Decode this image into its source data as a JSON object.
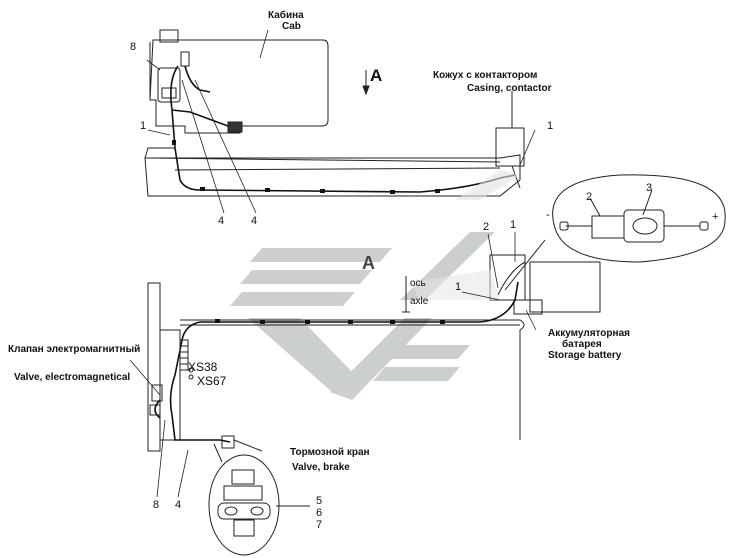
{
  "labels": {
    "cab_ru": "Кабина",
    "cab_en": "Cab",
    "view_arrow": "A",
    "view_a": "A",
    "casing_ru": "Кожух с контактором",
    "casing_en": "Casing, contactor",
    "axis_ru": "ось",
    "axis_en": "axle",
    "battery_ru_1": "Аккумуляторная",
    "battery_ru_2": "батарея",
    "battery_en": "Storage battery",
    "valve_em_ru": "Клапан электромагнитный",
    "valve_em_en": "Valve, electromagnetical",
    "brake_ru": "Тормозной кран",
    "brake_en": "Valve, brake",
    "xs38": "XS38",
    "xs67": "XS67",
    "minus": "-",
    "plus": "+"
  },
  "callouts": {
    "top_8": "8",
    "top_1": "1",
    "top_4a": "4",
    "top_4b": "4",
    "casing_1": "1",
    "detail_2": "2",
    "detail_3": "3",
    "low_2": "2",
    "low_1a": "1",
    "low_1b": "1",
    "bot_8": "8",
    "bot_4": "4",
    "n5": "5",
    "n6": "6",
    "n7": "7"
  },
  "watermark_color": "#b8bdb8"
}
